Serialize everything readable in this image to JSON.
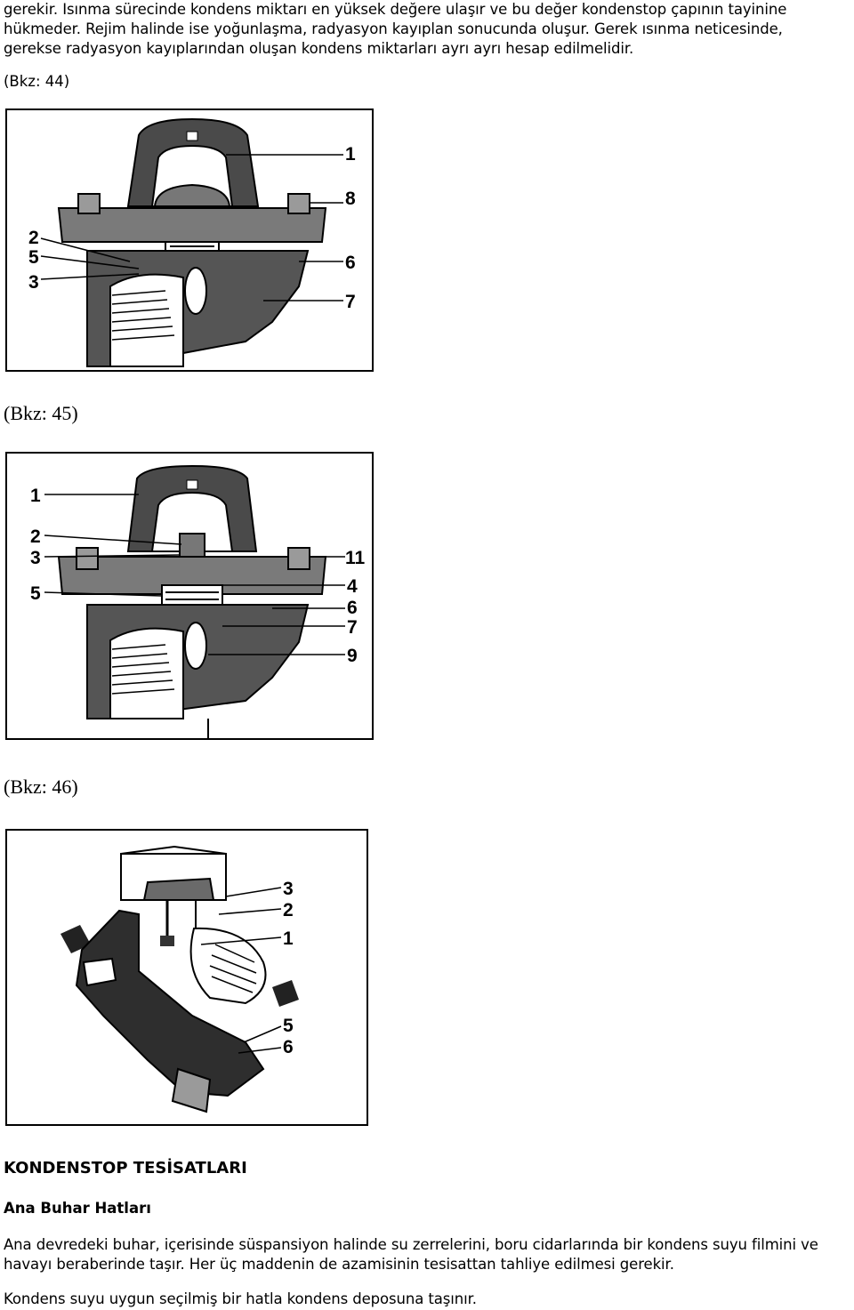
{
  "intro_lines": [
    "gerekir. Isınma sürecinde kondens miktarı en yüksek değere ulaşır ve bu değer kondenstop çapının tayinine",
    "hükmeder. Rejim halinde ise yoğunlaşma, radyasyon kayıplan sonucunda oluşur. Gerek ısınma neticesinde,",
    "gerekse radyasyon kayıplarından oluşan kondens miktarları ayrı ayrı hesap edilmelidir."
  ],
  "figures": [
    {
      "ref": "(Bkz: 44)",
      "labels_left": [
        "2",
        "5",
        "3"
      ],
      "labels_right": [
        "1",
        "8",
        "6",
        "7"
      ]
    },
    {
      "ref": "(Bkz: 45)",
      "labels_left": [
        "1",
        "2",
        "3",
        "5"
      ],
      "labels_right": [
        "11",
        "4",
        "6",
        "7",
        "9"
      ]
    },
    {
      "ref": "(Bkz: 46)",
      "labels_right": [
        "3",
        "2",
        "1",
        "5",
        "6"
      ]
    }
  ],
  "section": {
    "title": "KONDENSTOP TESİSATLARI",
    "subtitle": "Ana Buhar Hatları",
    "body_lines": [
      "Ana devredeki buhar, içerisinde süspansiyon halinde su zerrelerini, boru cidarlarında bir kondens suyu filmini ve",
      "havayı beraberinde taşır. Her üç maddenin de azamisinin tesisattan tahliye edilmesi gerekir."
    ],
    "closing": "Kondens suyu uygun seçilmiş bir hatla kondens deposuna taşınır."
  }
}
